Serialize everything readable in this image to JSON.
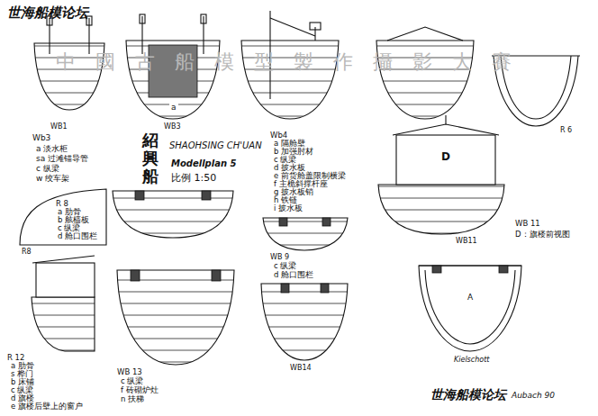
{
  "diagram": {
    "title": "紹興船",
    "labels": [
      "世海船模论坛",
      "中國古船模型製作攝影大賽",
      "WB1",
      "WB3",
      "R 6",
      "Wb3",
      "a 淡水柜",
      "sa 过滩锚导管",
      "c 纵梁",
      "w 绞车架",
      "SHAOHSING CH'UAN",
      "Modellplan 5",
      "比例 1:50",
      "Wb4",
      "a 隔舱壁",
      "b 加强肘材",
      "c 纵梁",
      "d 披水板",
      "e 前货舱盖限制横梁",
      "f 主桅斜撑杆座",
      "g 披水板销",
      "h 铁链",
      "i 披水板",
      "R 8",
      "a 肋骨",
      "b 舷樯板",
      "c 纵梁",
      "d 舱口围栏",
      "R8",
      "WB 9",
      "c 纵梁",
      "d 舱口围栏",
      "WB11",
      "WB 11",
      "D：旗楼前视图",
      "D",
      "R 12",
      "a 肋骨",
      "s 桦门",
      "b 床铺",
      "c 纵梁",
      "d 旗楼",
      "e 旗楼后壁上的窗户",
      "WB 13",
      "c 纵梁",
      "f 砖砌炉灶",
      "n 扶梯",
      "WB14",
      "Kielschott",
      "A",
      "世海船模论坛",
      "Aubach 90",
      "a"
    ]
  }
}
